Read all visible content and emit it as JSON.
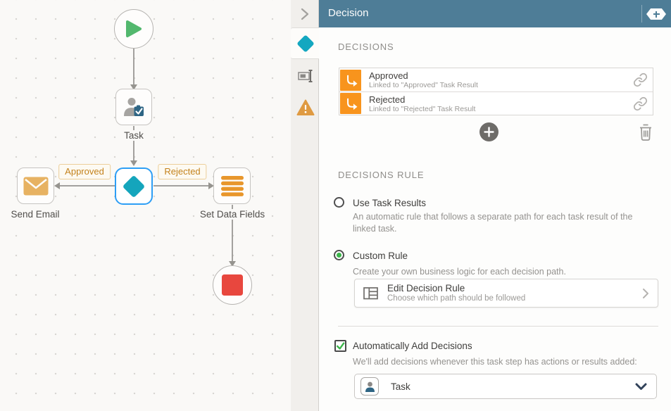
{
  "colors": {
    "header_teal": "#4e7d97",
    "accent_teal_diamond": "#14a5bc",
    "accent_orange": "#f8941d",
    "warning_orange": "#df9a42",
    "success_green": "#3bb54a",
    "start_green": "#53b86e",
    "end_red": "#e8473e",
    "selection_blue": "#2d9ef5",
    "chip_text_orange": "#c4821c",
    "envelope_tan": "#e7b262",
    "data_fields_orange": "#e8962b",
    "task_clipboard_blue": "#2e6584"
  },
  "icons": {
    "collapse": "chevron-right-icon",
    "tab1": "decision-diamond-icon",
    "tab2": "rename-icon",
    "tab3": "warning-triangle-icon",
    "header_action": "plus-icon",
    "decision_row": "branch-arrow-icon",
    "decision_row_right": "link-chain-icon",
    "list_actions": [
      "add-plus-circle-icon",
      "trash-icon"
    ],
    "edit_rule": "rule-table-icon",
    "dropdown_left": "task-person-icon",
    "dropdown_right": "chevron-down-icon"
  },
  "canvas": {
    "nodes": {
      "start": {
        "type": "start"
      },
      "task": {
        "label": "Task"
      },
      "decision": {
        "selected": true
      },
      "send_email": {
        "label": "Send Email"
      },
      "set_data_fields": {
        "label": "Set Data Fields"
      },
      "end": {
        "type": "end"
      }
    },
    "edge_labels": {
      "approved": "Approved",
      "rejected": "Rejected"
    }
  },
  "panel": {
    "title": "Decision",
    "decisions": {
      "heading": "DECISIONS",
      "items": [
        {
          "title": "Approved",
          "subtitle": "Linked to \"Approved\" Task Result"
        },
        {
          "title": "Rejected",
          "subtitle": "Linked to \"Rejected\" Task Result"
        }
      ]
    },
    "decisions_rule": {
      "heading": "DECISIONS RULE",
      "options": [
        {
          "label": "Use Task Results",
          "selected": false,
          "description": "An automatic rule that follows a separate path for each task result of the linked task."
        },
        {
          "label": "Custom Rule",
          "selected": true,
          "description": "Create your own business logic for each decision path."
        }
      ],
      "edit_rule": {
        "title": "Edit Decision Rule",
        "subtitle": "Choose which path should be followed"
      }
    },
    "auto_add": {
      "label": "Automatically Add Decisions",
      "checked": true,
      "description": "We'll add decisions whenever this task step has actions or results added:",
      "dropdown_value": "Task"
    }
  }
}
